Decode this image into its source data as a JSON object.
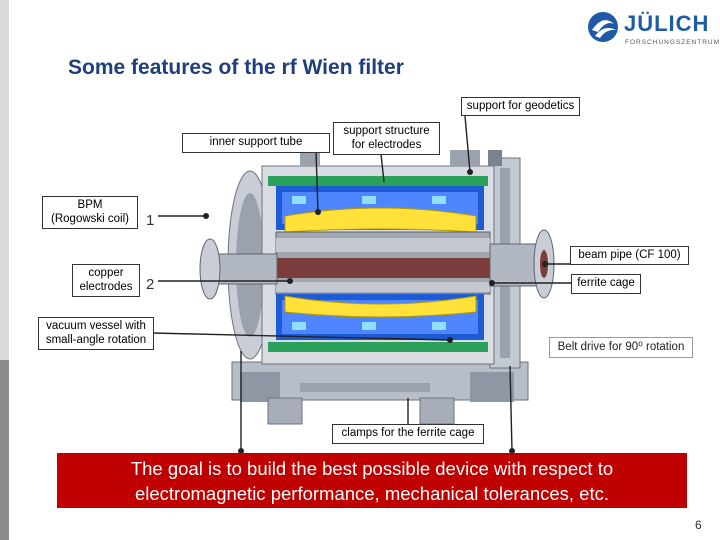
{
  "logo": {
    "name": "JÜLICH",
    "subtitle": "FORSCHUNGSZENTRUM"
  },
  "title": "Some features of the rf Wien filter",
  "callouts": {
    "support_geodetics": "support for geodetics",
    "inner_support_tube": "inner support tube",
    "support_structure_line1": "support structure",
    "support_structure_line2": "for electrodes",
    "bpm_line1": "BPM",
    "bpm_line2": "(Rogowski coil)",
    "beam_pipe": "beam pipe (CF 100)",
    "copper_line1": "copper",
    "copper_line2": "electrodes",
    "ferrite_cage": "ferrite cage",
    "vacuum_line1": "vacuum vessel with",
    "vacuum_line2": "small-angle rotation",
    "clamps": "clamps for the ferrite cage",
    "belt_drive": "Belt drive for 90⁰ rotation"
  },
  "numbers": {
    "one": "1",
    "two": "2"
  },
  "goal": {
    "line1": "The goal is to build the best possible device with respect to",
    "line2": "electromagnetic performance, mechanical tolerances, etc."
  },
  "page_number": "6",
  "colors": {
    "title": "#1f3f7a",
    "brand": "#1f5aa6",
    "goal_background": "#c00000",
    "electrode": "#ffe13a",
    "ferrite": "#1e5bd6",
    "vessel": "#b8bec8"
  }
}
